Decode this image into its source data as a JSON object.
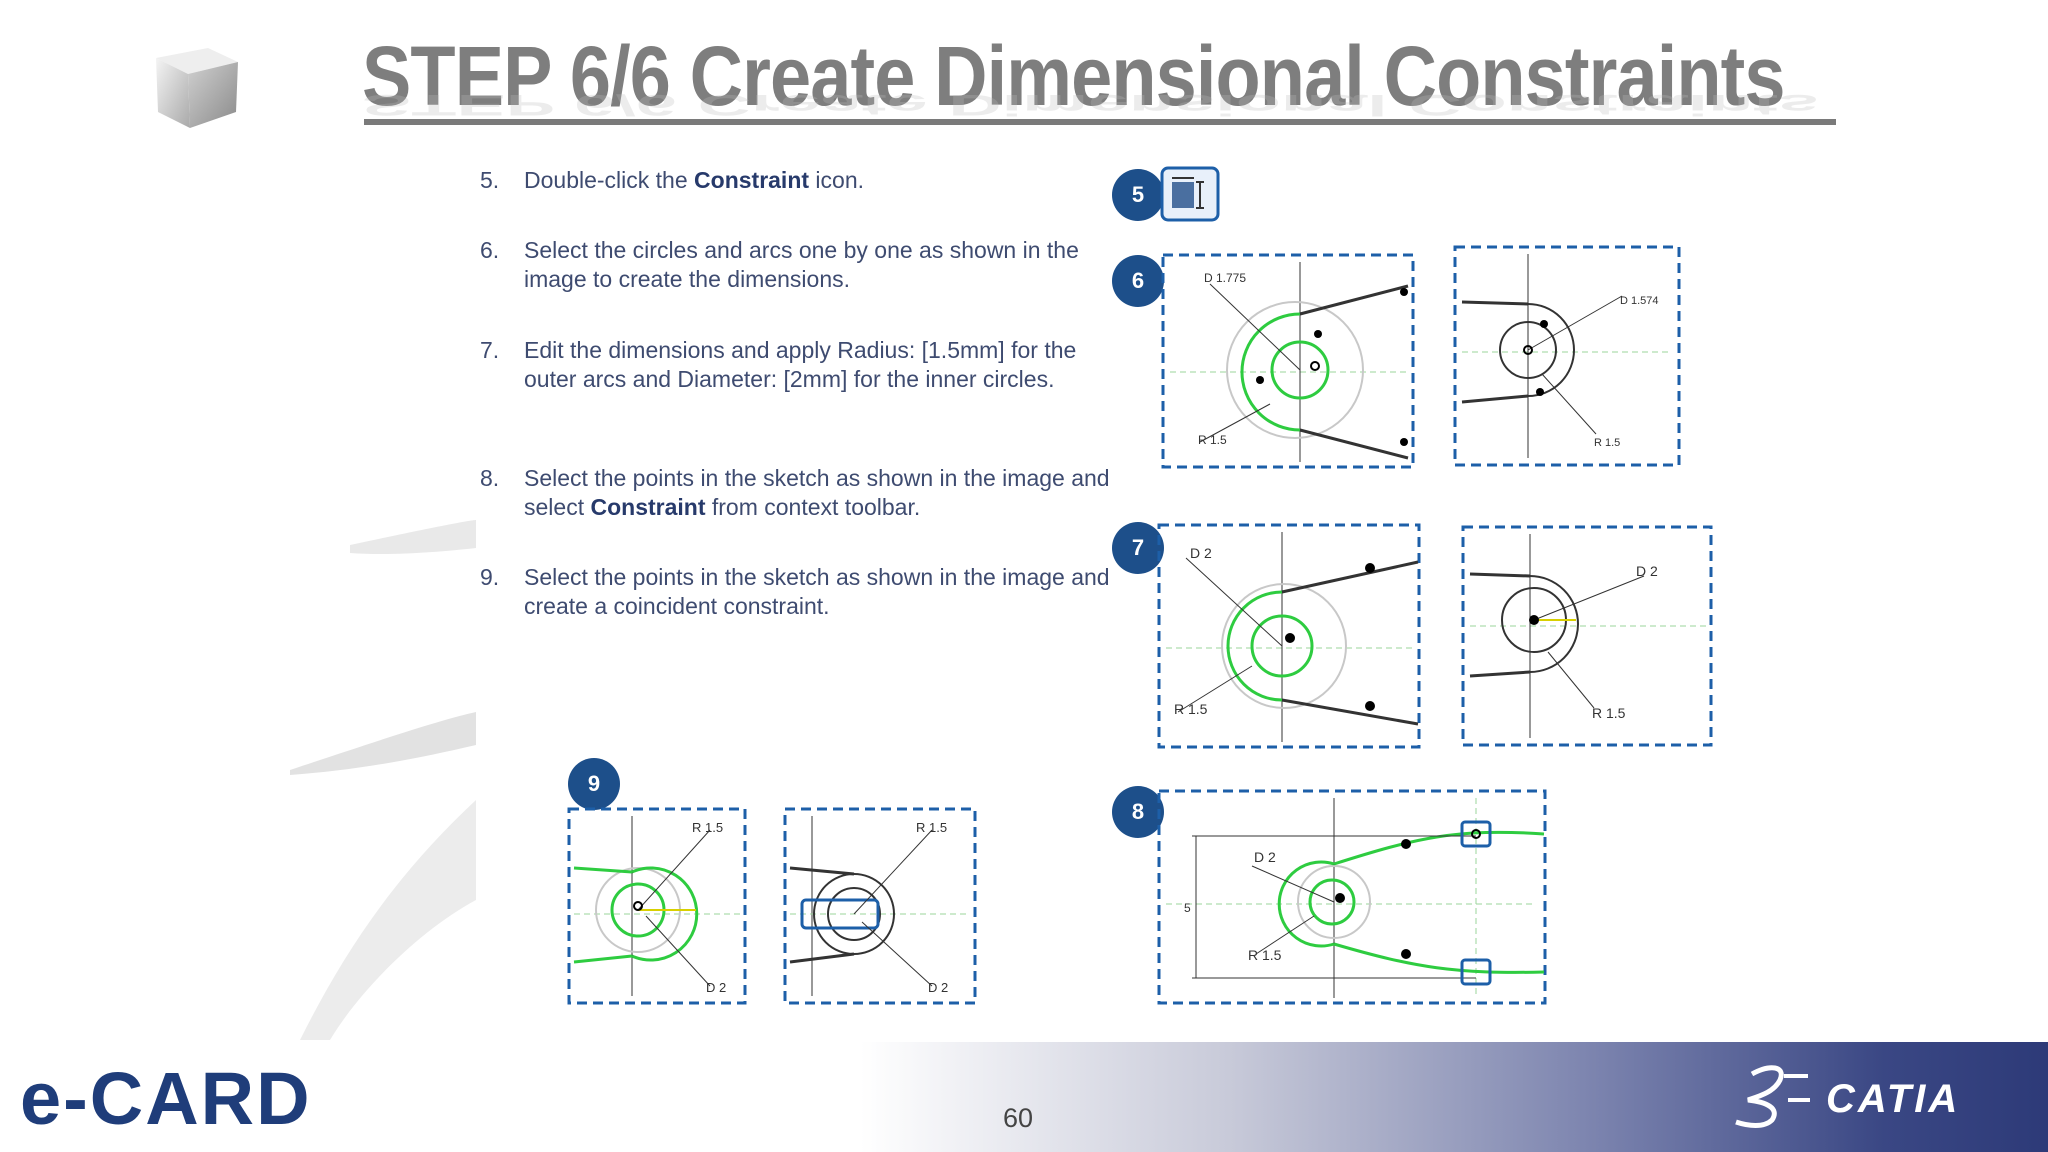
{
  "slide": {
    "title": "STEP 6/6 Create Dimensional Constraints",
    "page_number": "60"
  },
  "steps": [
    {
      "num": "5.",
      "pre": "Double-click the ",
      "bold": "Constraint",
      "post": " icon."
    },
    {
      "num": "6.",
      "pre": "Select the circles and arcs one by one as shown in the image to create the dimensions.",
      "bold": "",
      "post": ""
    },
    {
      "num": "7.",
      "pre": "Edit the dimensions and apply Radius: [1.5mm] for the outer arcs and Diameter: [2mm] for the inner circles.",
      "bold": "",
      "post": ""
    },
    {
      "num": "8.",
      "pre": "Select the points in the sketch as shown in the image and select ",
      "bold": "Constraint",
      "post": " from context toolbar."
    },
    {
      "num": "9.",
      "pre": "Select the points in the sketch as shown in the image and create a coincident constraint.",
      "bold": "",
      "post": ""
    }
  ],
  "badges": {
    "b5": "5",
    "b6": "6",
    "b7": "7",
    "b8": "8",
    "b9": "9"
  },
  "dim_labels": {
    "p6a_d": "D 1.775",
    "p6a_r": "R 1.5",
    "p6b_d": "D 1.574",
    "p6b_r": "R 1.5",
    "p7a_d": "D 2",
    "p7a_r": "R 1.5",
    "p7b_d": "D 2",
    "p7b_r": "R 1.5",
    "p8_d": "D 2",
    "p8_r": "R 1.5",
    "p8_v": "5",
    "p9a_r": "R 1.5",
    "p9a_d": "D 2",
    "p9b_r": "R 1.5",
    "p9b_d": "D 2"
  },
  "branding": {
    "left_logo": "e-CARD",
    "right_logo": "CATIA"
  },
  "colors": {
    "badge": "#1d4f8a",
    "sketch_green": "#2ecc40",
    "dash_blue": "#1d5fa8",
    "text": "#3e4b70"
  }
}
